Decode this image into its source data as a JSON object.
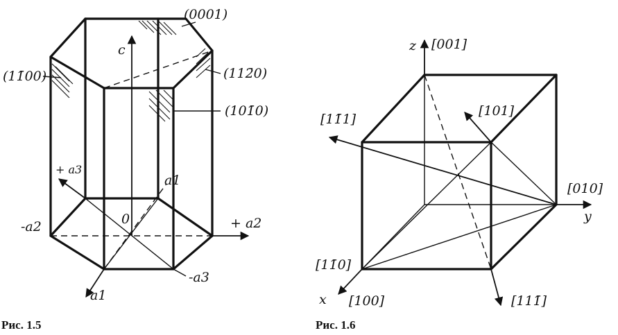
{
  "fig15": {
    "caption": "Рис. 1.5",
    "labels": {
      "plane_0001": "(0001)",
      "plane_1100": "(11̄00)",
      "plane_1120": "(112̄0)",
      "plane_1010": "(101̄0)",
      "axis_c": "c",
      "plus_a3": "+ a3",
      "a1_upper": "a1",
      "origin": "0",
      "minus_a2": "-a2",
      "plus_a2": "+ a2",
      "minus_a3": "-a3",
      "a1_lower": "a1"
    }
  },
  "fig16": {
    "caption": "Рис. 1.6",
    "labels": {
      "axis_z": "z",
      "dir_001": "[001]",
      "dir_111_top": "[11̄1]",
      "dir_101": "[101]",
      "dir_010": "[010]",
      "axis_y": "y",
      "dir_110": "[11̄0]",
      "axis_x": "x",
      "dir_100": "[100]",
      "dir_111_bottom": "[111̄]"
    }
  }
}
